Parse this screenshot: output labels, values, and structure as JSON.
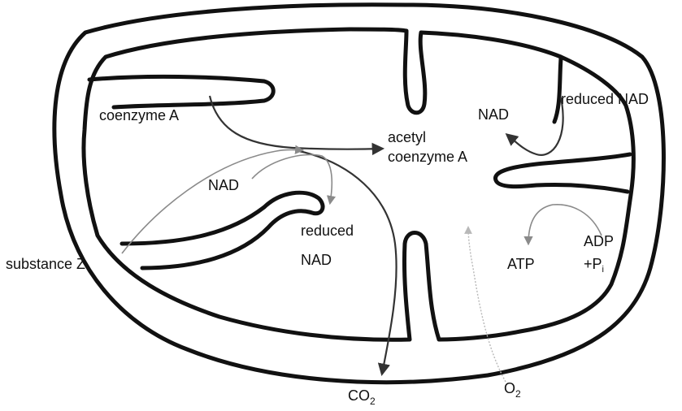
{
  "labels": {
    "coenzyme_a": "coenzyme A",
    "acetyl_line1": "acetyl",
    "acetyl_line2": "coenzyme A",
    "nad_left": "NAD",
    "reduced_nad_left_line1": "reduced",
    "reduced_nad_left_line2": "NAD",
    "substance_z": "substance Z",
    "co2_main": "CO",
    "co2_sub": "2",
    "o2_main": "O",
    "o2_sub": "2",
    "nad_right": "NAD",
    "reduced_nad_right": "reduced NAD",
    "atp": "ATP",
    "adp_line1": "ADP",
    "adp_line2_main": "+P",
    "adp_line2_sub": "i"
  }
}
